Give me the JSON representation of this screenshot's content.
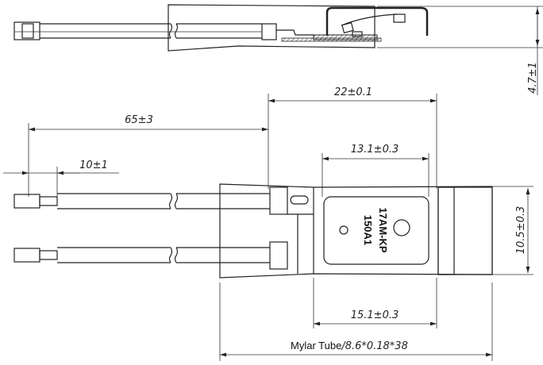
{
  "dimensions": {
    "height_side": "4.7±1",
    "body_length": "22±0.1",
    "lead_length": "65±3",
    "strip_length": "10±1",
    "plate_length": "13.1±0.3",
    "width": "10.5±0.3",
    "housing_length": "15.1±0.3"
  },
  "marking": {
    "line1": "17AM-KP",
    "line2": "150A1"
  },
  "tube": {
    "label": "Mylar Tube",
    "spec": "/8.6*0.18*38"
  }
}
